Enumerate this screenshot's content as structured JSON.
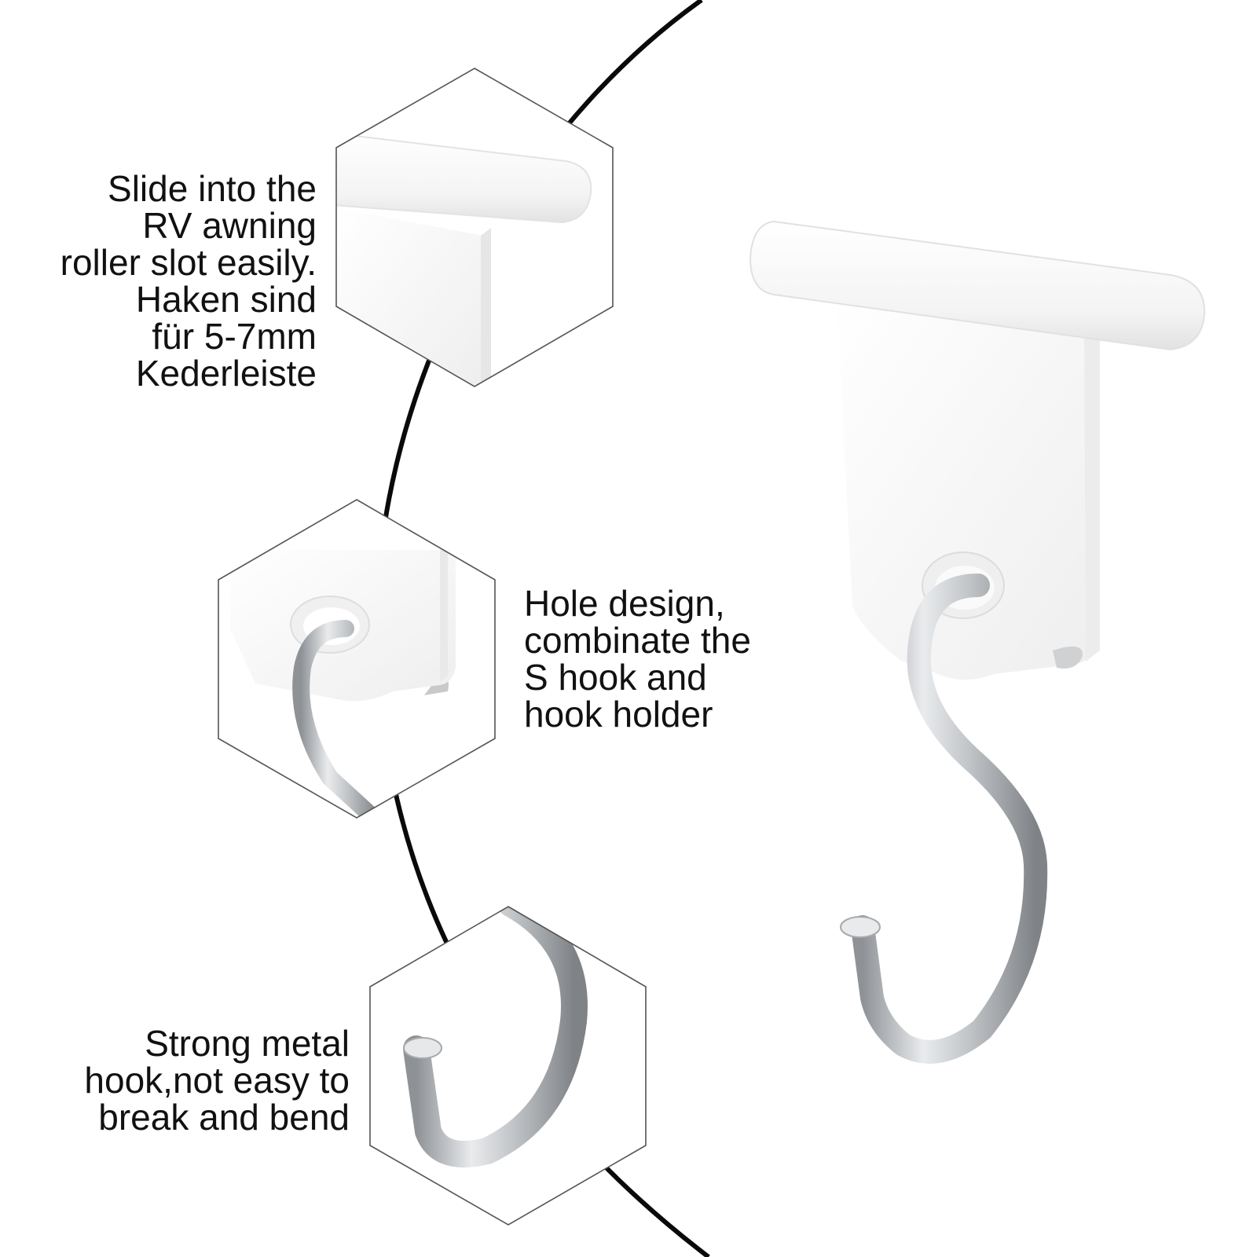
{
  "captions": {
    "slide": {
      "lines": [
        "Slide into the",
        "RV awning",
        "roller slot easily.",
        "Haken sind",
        "für 5-7mm",
        "Kederleiste"
      ]
    },
    "hole": {
      "lines": [
        "Hole design,",
        "combinate the",
        "S hook and",
        "hook holder"
      ]
    },
    "strong": {
      "lines": [
        "Strong metal",
        "hook,not easy to",
        "break and bend"
      ]
    }
  },
  "colors": {
    "background": "#ffffff",
    "text": "#111111",
    "arc": "#0a0a0a",
    "hexagon_outline": "#555555",
    "holder_plastic": "#fbfbfb",
    "hook_metal": "#b9bcbf"
  }
}
